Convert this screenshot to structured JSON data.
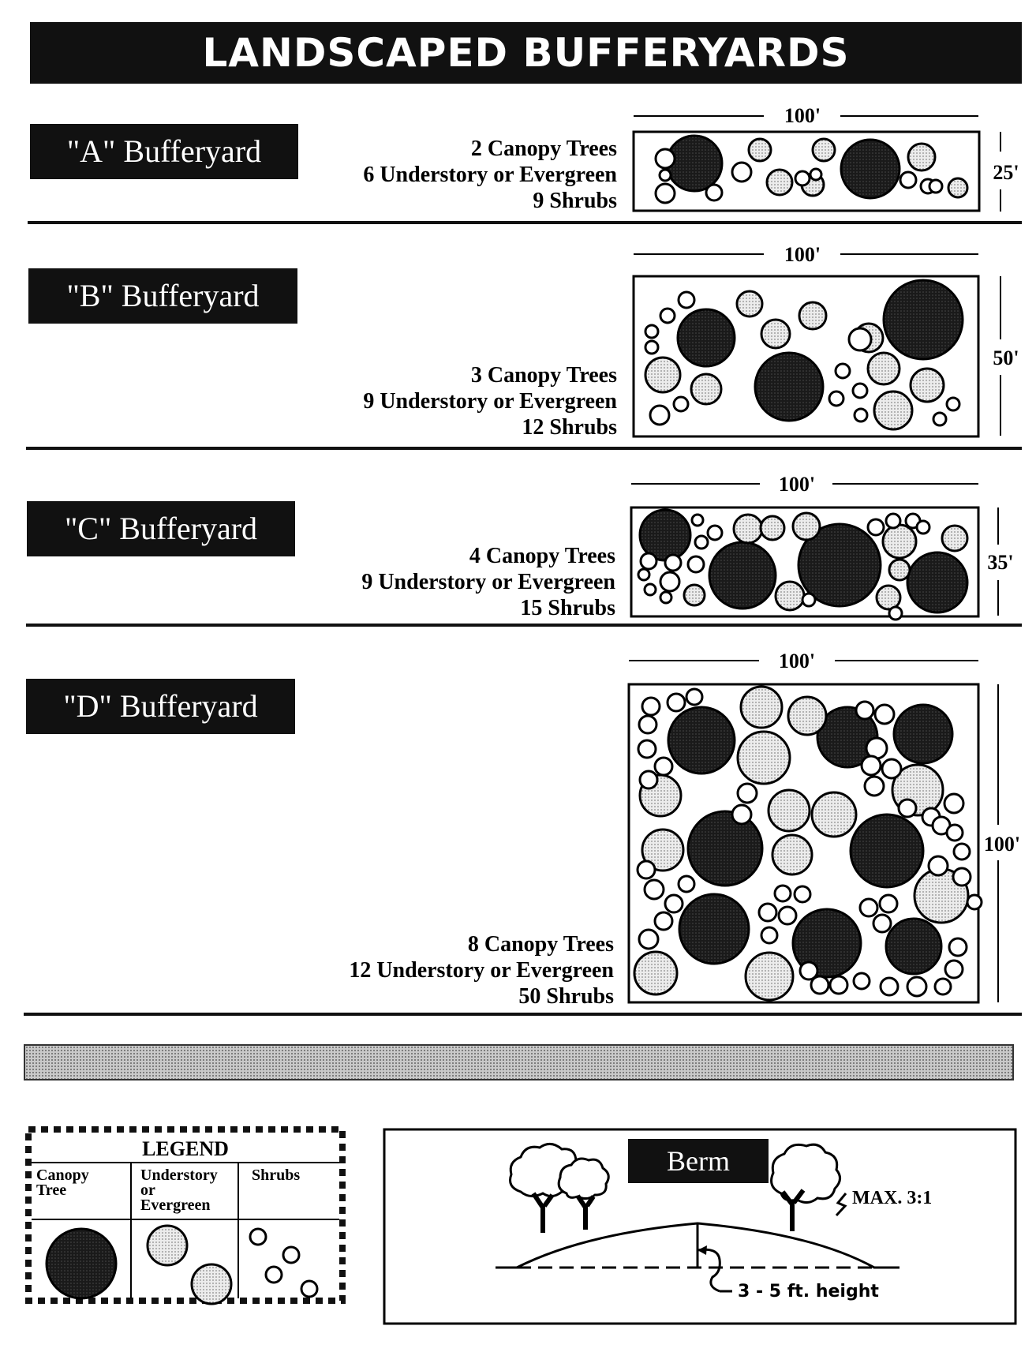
{
  "title": "LANDSCAPED BUFFERYARDS",
  "bufferyards": [
    {
      "label": "\"A\" Bufferyard",
      "canopy": "2 Canopy Trees",
      "understory": "6 Understory or Evergreen",
      "shrubs": "9 Shrubs",
      "width_label": "100'",
      "depth_label": "25'"
    },
    {
      "label": "\"B\" Bufferyard",
      "canopy": "3 Canopy Trees",
      "understory": "9 Understory or Evergreen",
      "shrubs": "12 Shrubs",
      "width_label": "100'",
      "depth_label": "50'"
    },
    {
      "label": "\"C\" Bufferyard",
      "canopy": "4 Canopy Trees",
      "understory": "9 Understory or Evergreen",
      "shrubs": "15 Shrubs",
      "width_label": "100'",
      "depth_label": "35'"
    },
    {
      "label": "\"D\" Bufferyard",
      "canopy": "8 Canopy Trees",
      "understory": "12 Understory or Evergreen",
      "shrubs": "50 Shrubs",
      "width_label": "100'",
      "depth_label": "100'"
    }
  ],
  "legend": {
    "title": "LEGEND",
    "canopy_1": "Canopy",
    "canopy_2": "Tree",
    "understory_1": "Understory",
    "understory_2": "or",
    "understory_3": "Evergreen",
    "shrubs": "Shrubs"
  },
  "berm": {
    "title": "Berm",
    "slope": "MAX. 3:1",
    "height": "3 - 5 ft. height"
  },
  "colors": {
    "canopy": "#1a1a1a",
    "understory": "#d0d0d0",
    "shrub": "#ffffff"
  }
}
